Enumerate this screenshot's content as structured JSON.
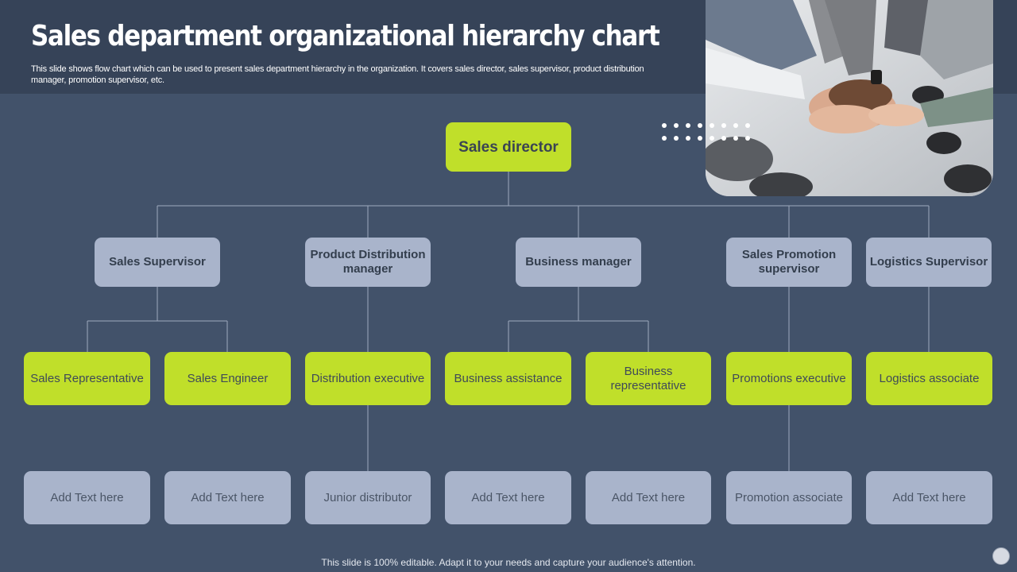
{
  "slide": {
    "title": "Sales department organizational hierarchy chart",
    "subtitle": "This slide shows flow chart which can be used to present sales department hierarchy in the organization. It covers sales director, sales supervisor, product distribution manager, promotion supervisor, etc.",
    "footer": "This slide is 100% editable. Adapt it to your needs and capture your audience's attention."
  },
  "colors": {
    "background": "#42526a",
    "header_band": "#364358",
    "accent_green": "#c0df2a",
    "muted_blue": "#a9b4cb",
    "connector": "#9ea9bd"
  },
  "org": {
    "director": {
      "label": "Sales director"
    },
    "managers": [
      {
        "label": "Sales Supervisor"
      },
      {
        "label": "Product Distribution manager"
      },
      {
        "label": "Business manager"
      },
      {
        "label": "Sales Promotion supervisor"
      },
      {
        "label": "Logistics Supervisor"
      }
    ],
    "staff": [
      {
        "label": "Sales Representative"
      },
      {
        "label": "Sales Engineer"
      },
      {
        "label": "Distribution executive"
      },
      {
        "label": "Business assistance"
      },
      {
        "label": "Business representative"
      },
      {
        "label": "Promotions executive"
      },
      {
        "label": "Logistics associate"
      }
    ],
    "tier3": [
      {
        "label": "Add Text here"
      },
      {
        "label": "Add Text here"
      },
      {
        "label": "Junior distributor"
      },
      {
        "label": "Add Text here"
      },
      {
        "label": "Add Text here"
      },
      {
        "label": "Promotion associate"
      },
      {
        "label": "Add Text here"
      }
    ]
  },
  "photo": {
    "icon": "team-hands-photo"
  }
}
